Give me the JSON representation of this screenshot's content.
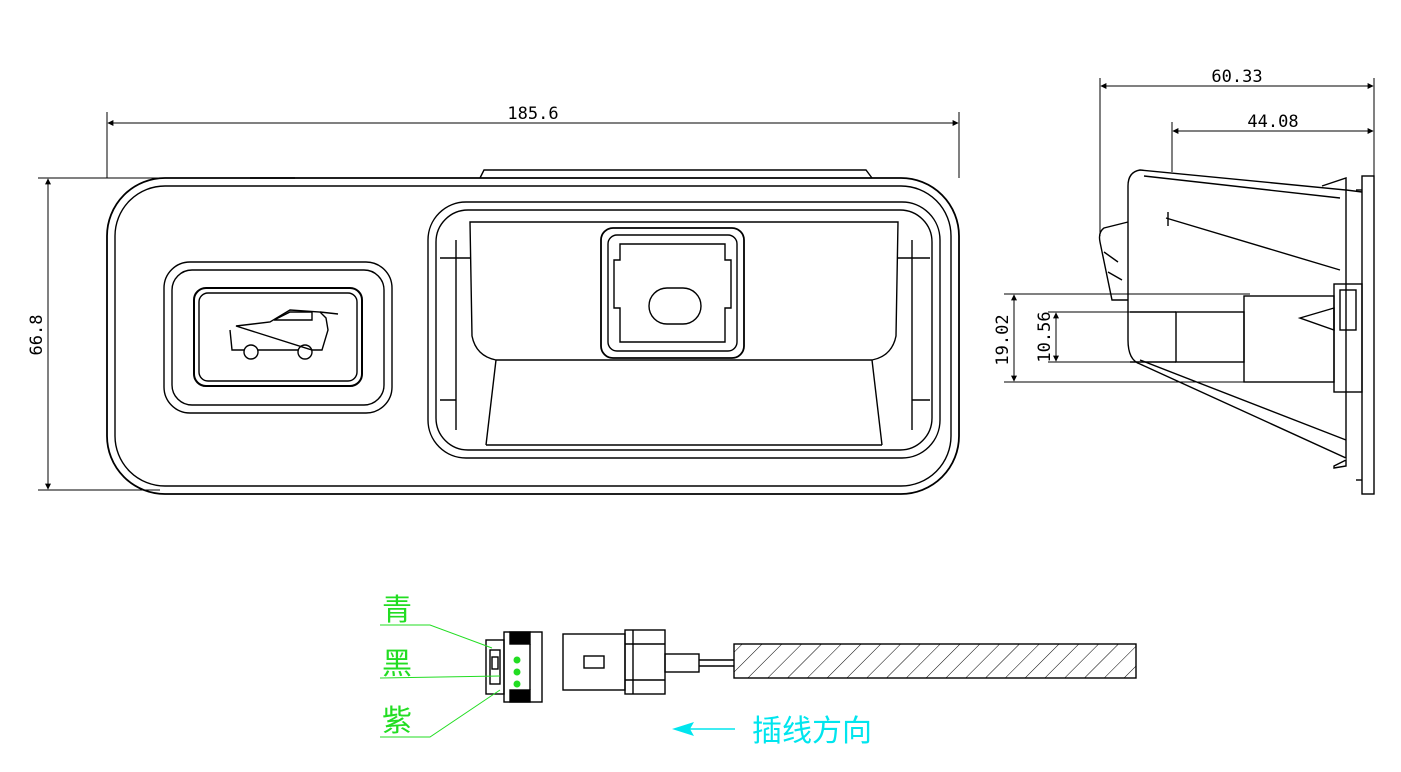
{
  "dimensions": {
    "width": "185.6",
    "height": "66.8",
    "depth_total": "60.33",
    "depth_body": "44.08",
    "connector_outer": "19.02",
    "connector_inner": "10.56"
  },
  "wires": [
    {
      "label": "青",
      "color": "#22dd22"
    },
    {
      "label": "黑",
      "color": "#22dd22"
    },
    {
      "label": "紫",
      "color": "#22dd22"
    }
  ],
  "insert_direction": {
    "label": "插线方向",
    "color": "#00e5ee"
  },
  "colors": {
    "line": "#000000",
    "wire_label": "#22dd22",
    "direction": "#00e5ee"
  },
  "icons": [
    "car-tailgate-icon"
  ]
}
